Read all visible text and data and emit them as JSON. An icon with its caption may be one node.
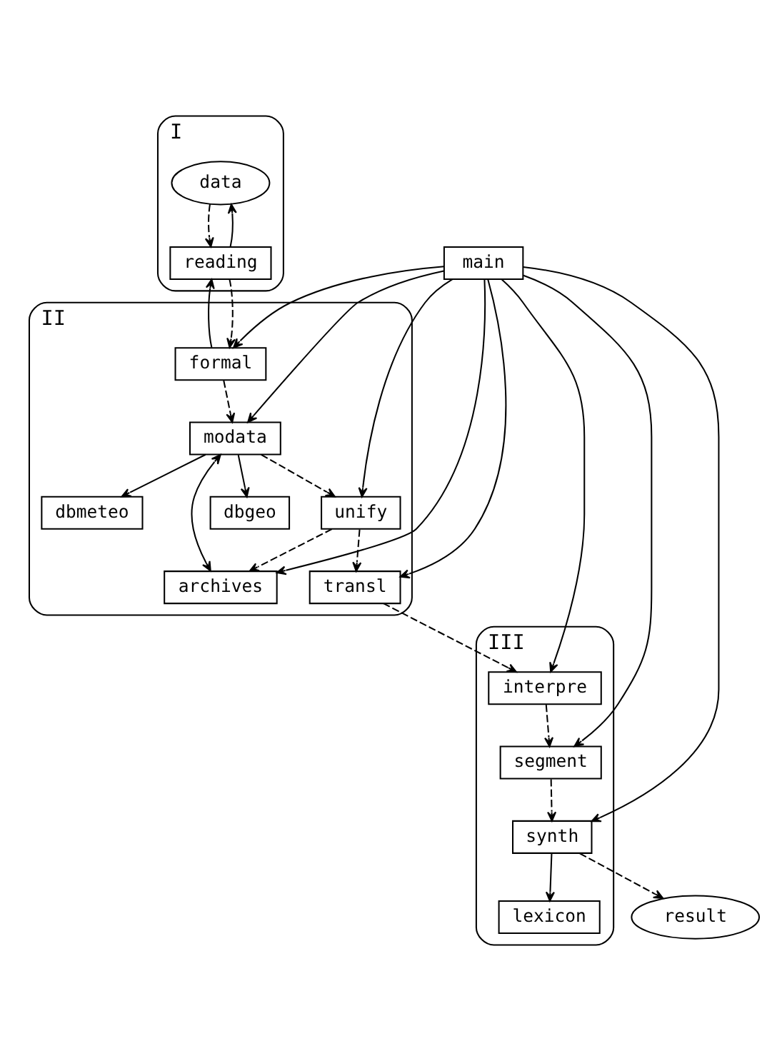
{
  "diagram": {
    "nodes": [
      {
        "text": [
          "I"
        ]
      },
      {
        "text": [
          "data"
        ],
        "in": 0
      },
      {
        "text": [
          "reading"
        ],
        "in": 0
      },
      {
        "text": [
          "II"
        ]
      },
      {
        "text": [
          "formal"
        ],
        "in": 3
      },
      {
        "text": [
          "archives"
        ],
        "in": 3
      },
      {
        "text": [
          "modata"
        ],
        "in": 3
      },
      {
        "text": [
          "dbgeo"
        ],
        "in": 3
      },
      {
        "text": [
          "dbmeteo"
        ],
        "in": 3
      },
      {
        "text": [
          "unify"
        ],
        "in": 3
      },
      {
        "text": [
          "transl"
        ],
        "in": 3
      },
      {
        "text": [
          "main"
        ]
      },
      {
        "text": [
          "III"
        ]
      },
      {
        "text": [
          "interpre"
        ],
        "in": 12
      },
      {
        "text": [
          "segment"
        ],
        "in": 12
      },
      {
        "text": [
          "lexicon"
        ],
        "in": 12
      },
      {
        "text": [
          "synth"
        ],
        "in": 12
      },
      {
        "text": [
          "result"
        ]
      }
    ],
    "edges": [
      {
        "from": 1,
        "to": 2,
        "arrow": "to",
        "style": "dashed"
      },
      {
        "from": 2,
        "to": 1,
        "arrow": "to"
      },
      {
        "from": 4,
        "to": 2,
        "arrow": "to"
      },
      {
        "from": 2,
        "to": 4,
        "arrow": "to",
        "style": "dashed"
      },
      {
        "from": 11,
        "to": 4,
        "arrow": "to"
      },
      {
        "from": 4,
        "to": 6,
        "arrow": "to",
        "style": "dashed"
      },
      {
        "from": 6,
        "to": 5,
        "arrow": "both"
      },
      {
        "from": 6,
        "to": 7,
        "arrow": "to"
      },
      {
        "from": 6,
        "to": 8,
        "arrow": "to"
      },
      {
        "from": 6,
        "to": 9,
        "arrow": "to",
        "style": "dashed"
      },
      {
        "from": 9,
        "to": 5,
        "arrow": "to",
        "style": "dashed"
      },
      {
        "from": 9,
        "to": 10,
        "arrow": "to",
        "style": "dashed"
      },
      {
        "from": 11,
        "to": 5,
        "arrow": "to"
      },
      {
        "from": 11,
        "to": 6,
        "arrow": "to"
      },
      {
        "from": 11,
        "to": 9,
        "arrow": "to"
      },
      {
        "from": 11,
        "to": 10,
        "arrow": "to"
      },
      {
        "from": 11,
        "to": 13,
        "arrow": "to"
      },
      {
        "from": 11,
        "to": 14,
        "arrow": "to"
      },
      {
        "from": 11,
        "to": 16,
        "arrow": "to"
      },
      {
        "from": 10,
        "to": 13,
        "arrow": "to",
        "style": "dashed"
      },
      {
        "from": 13,
        "to": 14,
        "arrow": "to",
        "style": "dashed"
      },
      {
        "from": 14,
        "to": 16,
        "arrow": "to",
        "style": "dashed"
      },
      {
        "from": 16,
        "to": 15,
        "arrow": "to"
      },
      {
        "from": 16,
        "to": 17,
        "arrow": "to",
        "style": "dashed"
      }
    ]
  }
}
